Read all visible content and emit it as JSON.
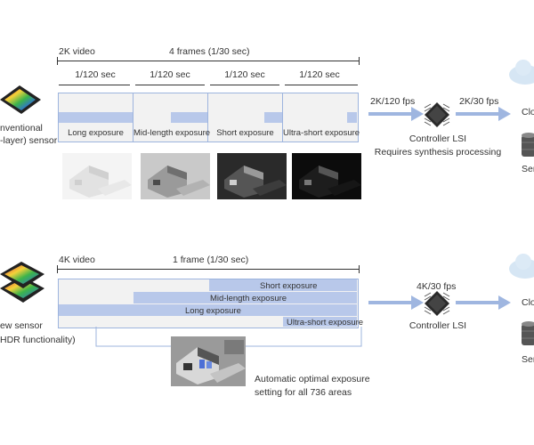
{
  "top": {
    "sensor_label_line1": "nventional",
    "sensor_label_line2": "-layer) sensor",
    "video_label": "2K video",
    "frames_label": "4 frames (1/30 sec)",
    "interval_labels": [
      "1/120 sec",
      "1/120 sec",
      "1/120 sec",
      "1/120 sec"
    ],
    "exposures": [
      "Long exposure",
      "Mid-length exposure",
      "Short exposure",
      "Ultra-short exposure"
    ],
    "rate_in": "2K/120 fps",
    "rate_out": "2K/30 fps",
    "controller_label": "Controller LSI",
    "controller_note": "Requires synthesis processing",
    "cloud_label": "Clo",
    "server_label": "Ser"
  },
  "bottom": {
    "sensor_label_line1": "ew sensor",
    "sensor_label_line2": "HDR functionality)",
    "video_label": "4K video",
    "frames_label": "1 frame (1/30 sec)",
    "exposures": [
      "Short exposure",
      "Mid-length exposure",
      "Long exposure",
      "Ultra-short exposure"
    ],
    "rate": "4K/30 fps",
    "controller_label": "Controller LSI",
    "auto_note_line1": "Automatic optimal exposure",
    "auto_note_line2": "setting for all 736 areas",
    "cloud_label": "Clo",
    "server_label": "Ser"
  },
  "colors": {
    "bar": "#b8c8ea",
    "box_bg": "#f2f2f2",
    "box_border": "#9db4de",
    "arrow": "#9fb6e0",
    "chip": "#2a2a2a"
  }
}
